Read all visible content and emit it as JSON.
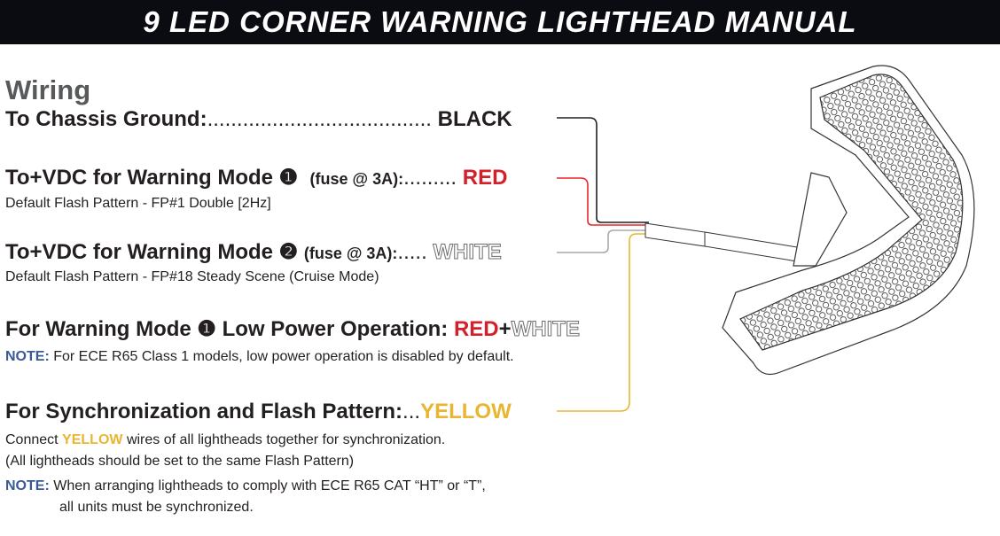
{
  "title": "9 LED CORNER WARNING LIGHTHEAD MANUAL",
  "section": "Wiring",
  "ground": {
    "label": "To Chassis Ground:",
    "dots": "......................................",
    "color": "BLACK"
  },
  "mode1": {
    "label": "To+VDC for Warning Mode ❶",
    "fuse": "(fuse @ 3A):",
    "dots": ".........",
    "color": "RED",
    "sub": "Default Flash Pattern - FP#1 Double [2Hz]"
  },
  "mode2": {
    "label": "To+VDC for Warning Mode ❷",
    "fuse": "(fuse @ 3A):",
    "dots": ".....",
    "color": "WHITE",
    "sub": "Default Flash Pattern - FP#18 Steady Scene (Cruise Mode)"
  },
  "lowpower": {
    "label": "For Warning Mode ❶ Low Power Operation:",
    "color1": "RED",
    "plus": "+",
    "color2": "WHITE",
    "note_label": "NOTE:",
    "note": "For ECE R65 Class 1 models, low power operation is disabled by default."
  },
  "sync": {
    "label": "For Synchronization and Flash Pattern:",
    "dots": "...",
    "color": "YELLOW",
    "line1_a": "Connect",
    "line1_b": "YELLOW",
    "line1_c": "wires of all lightheads together for synchronization.",
    "line2": "(All lightheads should be set to the same Flash Pattern)",
    "note_label": "NOTE:",
    "note1": "When arranging lightheads to comply with ECE R65 CAT “HT” or “T”,",
    "note2": "all units must be synchronized."
  },
  "wire_colors": {
    "black": "#231f20",
    "red": "#e8262d",
    "white": "#a7a9ac",
    "yellow": "#e8b631"
  }
}
